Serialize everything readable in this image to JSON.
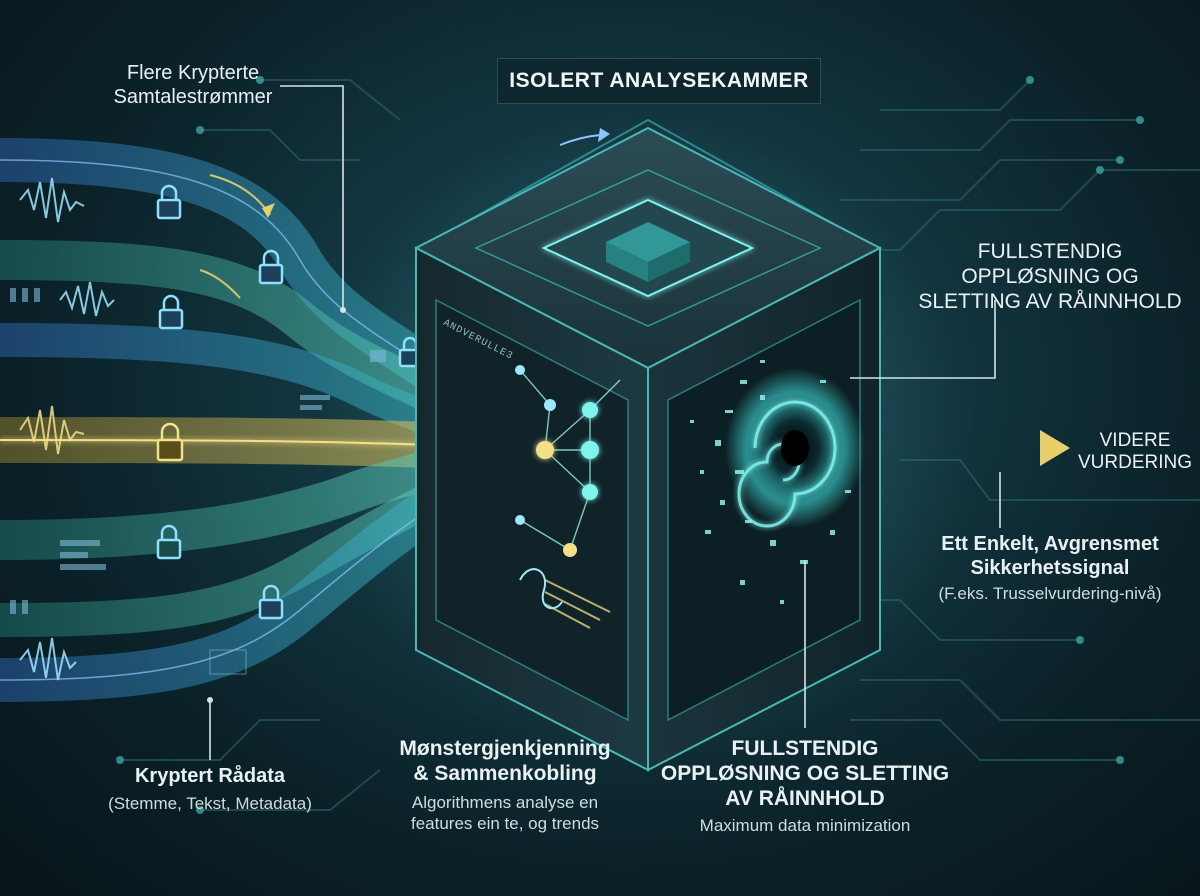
{
  "title": "ISOLERT ANALYSEKAMMER",
  "labels": {
    "streams": [
      "Flere Krypterte",
      "Samtalestrømmer"
    ],
    "raw_title": "Kryptert Rådata",
    "raw_sub": "(Stemme, Tekst, Metadata)",
    "pattern_title": [
      "Mønstergjenkjenning",
      "& Sammenkobling"
    ],
    "pattern_sub": [
      "Algorithmens analyse en",
      "features ein te, og trends"
    ],
    "dissolve_top": [
      "FULLSTENDIG",
      "OPPLØSNING OG",
      "SLETTING AV RÅINNHOLD"
    ],
    "dissolve_bottom": [
      "FULLSTENDIG",
      "OPPLØSNING OG SLETTING",
      "AV RÅINNHOLD"
    ],
    "dissolve_sub": "Maximum data minimization",
    "output": [
      "VIDERE",
      "VURDERING"
    ],
    "signal_title": [
      "Ett Enkelt, Avgrensmet",
      "Sikkerhetssignal"
    ],
    "signal_sub": "(F.eks. Trusselvurdering-nivå)",
    "panel_label": "ANDVERULLE3"
  },
  "colors": {
    "teal": "#3fd8d4",
    "cyan": "#7ff3ee",
    "gold": "#e9cf6a",
    "blue": "#4f8fe0",
    "dark": "#0b2229"
  },
  "icons": [
    "lock-icon",
    "waveform-icon",
    "network-node-icon",
    "vortex-icon",
    "arrow-right-icon"
  ]
}
